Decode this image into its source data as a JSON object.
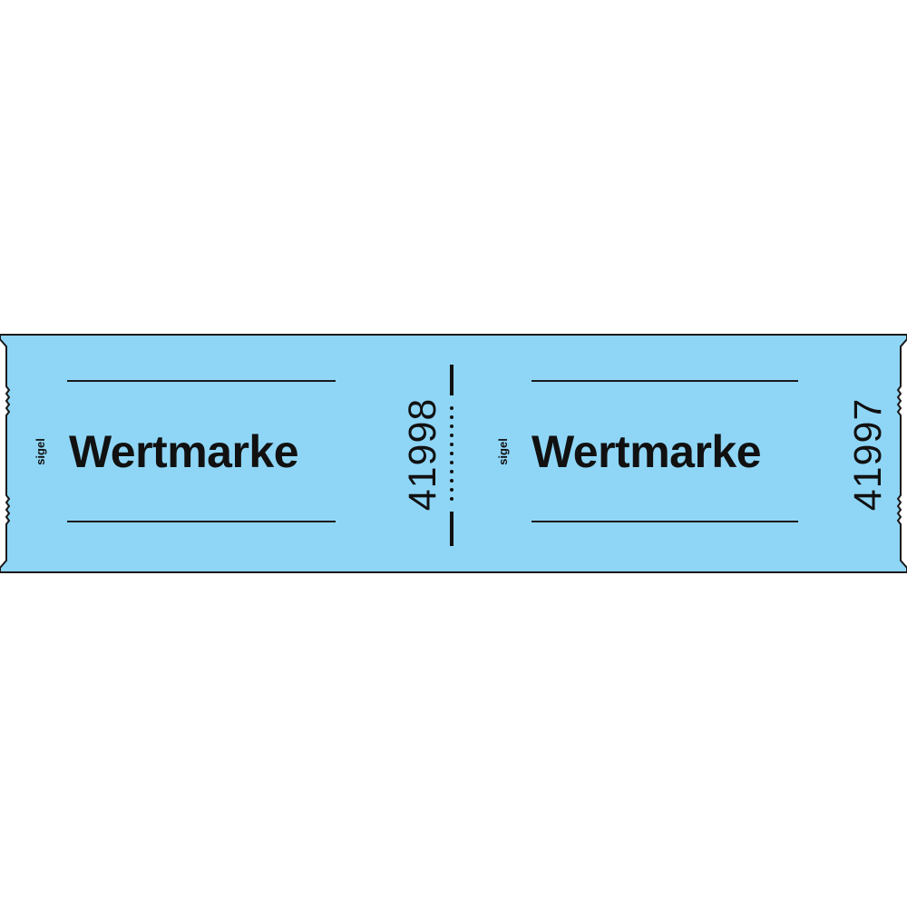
{
  "colors": {
    "ticket_fill": "#8fd6f6",
    "ink": "#111111",
    "background": "#ffffff"
  },
  "tickets": [
    {
      "brand": "sigel",
      "title": "Wertmarke",
      "serial": "41998"
    },
    {
      "brand": "sigel",
      "title": "Wertmarke",
      "serial": "41997"
    }
  ]
}
